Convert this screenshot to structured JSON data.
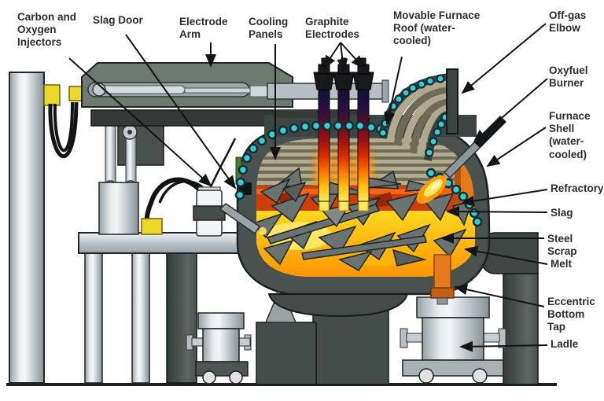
{
  "labels": {
    "carbon_oxygen_injectors": "Carbon and Oxygen Injectors",
    "slag_door": "Slag Door",
    "electrode_arm": "Electrode Arm",
    "cooling_panels": "Cooling Panels",
    "graphite_electrodes": "Graphite Electrodes",
    "movable_furnace_roof": "Movable Furnace Roof (water-cooled)",
    "off_gas_elbow": "Off-gas Elbow",
    "oxyfuel_burner": "Oxyfuel Burner",
    "furnace_shell": "Furnace Shell (water-cooled)",
    "refractory": "Refractory",
    "slag": "Slag",
    "steel_scrap": "Steel Scrap",
    "melt": "Melt",
    "eccentric_bottom_tap": "Eccentric Bottom Tap",
    "ladle": "Ladle"
  },
  "colors": {
    "cooling_dot_teal": "#3ec9d6",
    "shell_gray": "#4a524f",
    "slag_orange": "#cc3f0d",
    "melt_yellow": "#ffd21e",
    "tap_orange": "#e2791b",
    "accent_yellow": "#ecd829"
  }
}
